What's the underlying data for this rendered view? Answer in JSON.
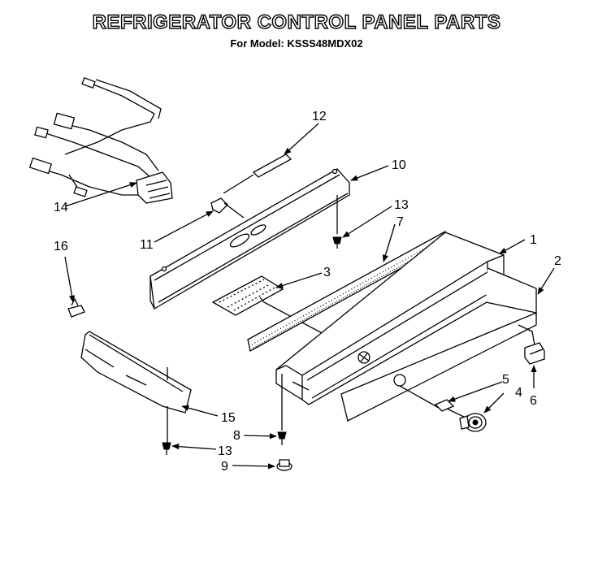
{
  "header": {
    "title": "REFRIGERATOR CONTROL PANEL PARTS",
    "subtitle": "For Model: KSSS48MDX02"
  },
  "callouts": {
    "c1": "1",
    "c2": "2",
    "c3": "3",
    "c4": "4",
    "c5": "5",
    "c6": "6",
    "c7": "7",
    "c8": "8",
    "c9": "9",
    "c10": "10",
    "c11": "11",
    "c12": "12",
    "c13a": "13",
    "c13b": "13",
    "c14": "14",
    "c15": "15",
    "c16": "16"
  }
}
